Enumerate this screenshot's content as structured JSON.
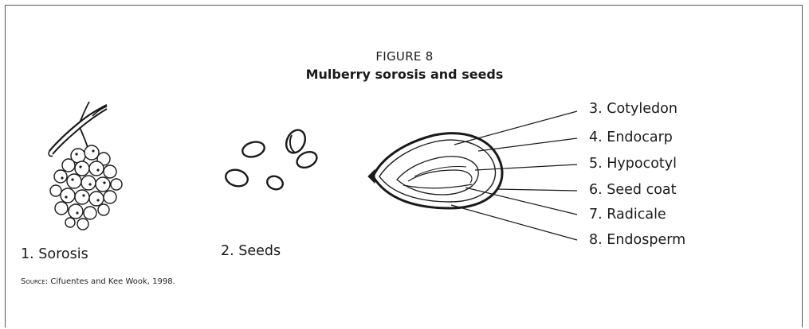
{
  "figure": {
    "number": "FIGURE 8",
    "title": "Mulberry sorosis and seeds"
  },
  "illustrations": {
    "sorosis": {
      "label": "1. Sorosis",
      "icon": "mulberry-sorosis-drawing"
    },
    "seeds": {
      "label": "2. Seeds",
      "icon": "seeds-drawing"
    },
    "seed_section": {
      "icon": "seed-cross-section-drawing",
      "parts": [
        "3. Cotyledon",
        "4. Endocarp",
        "5. Hypocotyl",
        "6. Seed coat",
        "7. Radicale",
        "8. Endosperm"
      ]
    }
  },
  "source": {
    "prefix": "Source:",
    "text": " Cifuentes and Kee Wook, 1998."
  }
}
